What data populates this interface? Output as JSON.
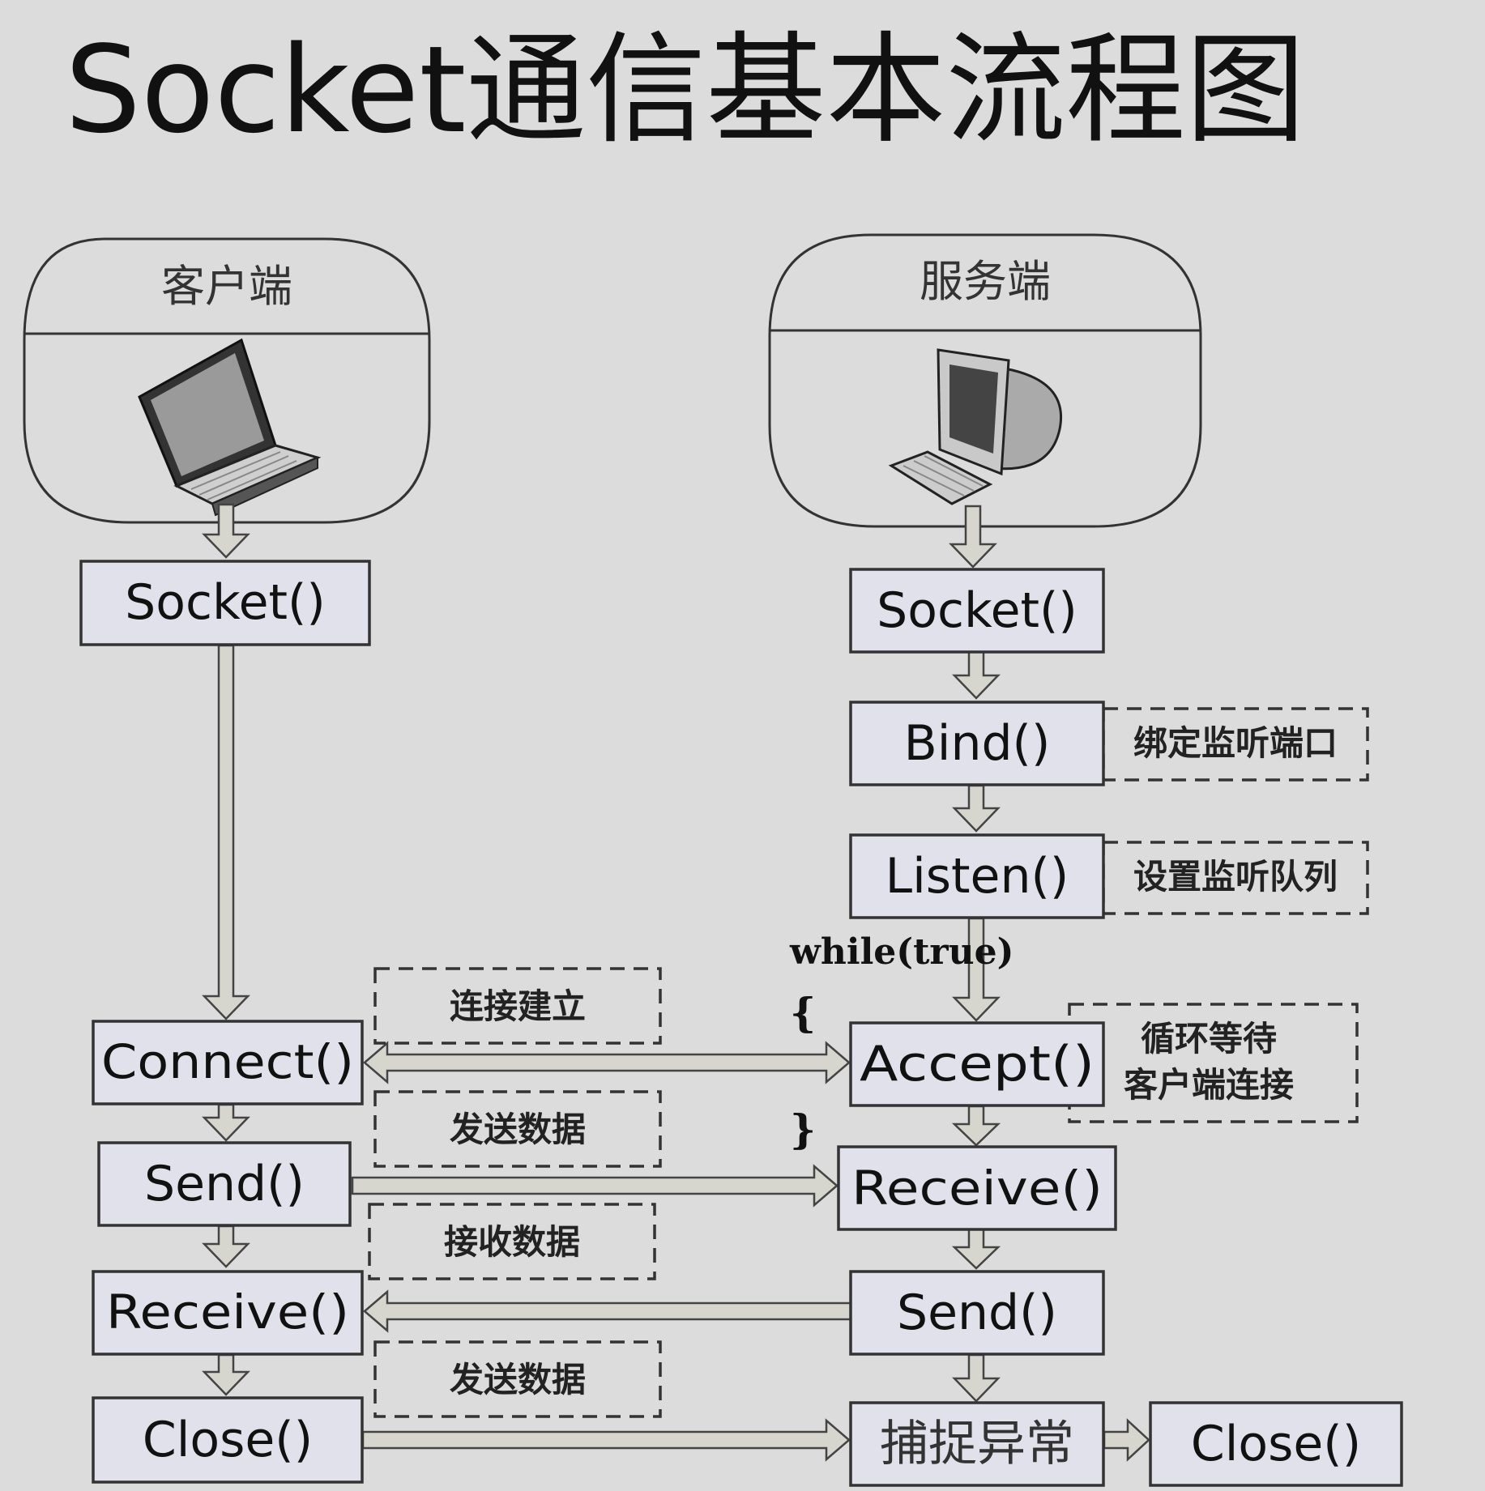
{
  "title": "Socket通信基本流程图",
  "client": {
    "header": "客户端",
    "device_icon": "laptop-icon",
    "steps": {
      "socket": "Socket()",
      "connect": "Connect()",
      "send": "Send()",
      "receive": "Receive()",
      "close": "Close()"
    }
  },
  "server": {
    "header": "服务端",
    "device_icon": "desktop-computer-icon",
    "steps": {
      "socket": "Socket()",
      "bind": "Bind()",
      "listen": "Listen()",
      "accept": "Accept()",
      "receive": "Receive()",
      "send": "Send()",
      "catch": "捕捉异常",
      "close": "Close()"
    },
    "notes": {
      "bind": "绑定监听端口",
      "listen": "设置监听队列",
      "accept_line1": "循环等待",
      "accept_line2": "客户端连接"
    },
    "loop": {
      "while": "while(true)",
      "open": "{",
      "close": "}"
    }
  },
  "messages": {
    "connect": "连接建立",
    "send_to_server": "发送数据",
    "receive_from_server": "接收数据",
    "close": "发送数据"
  },
  "colors": {
    "background": "#dcdcdc",
    "box_fill": "#e1e1ec",
    "arrow_fill": "#d6d6ce",
    "stroke": "#333333"
  }
}
